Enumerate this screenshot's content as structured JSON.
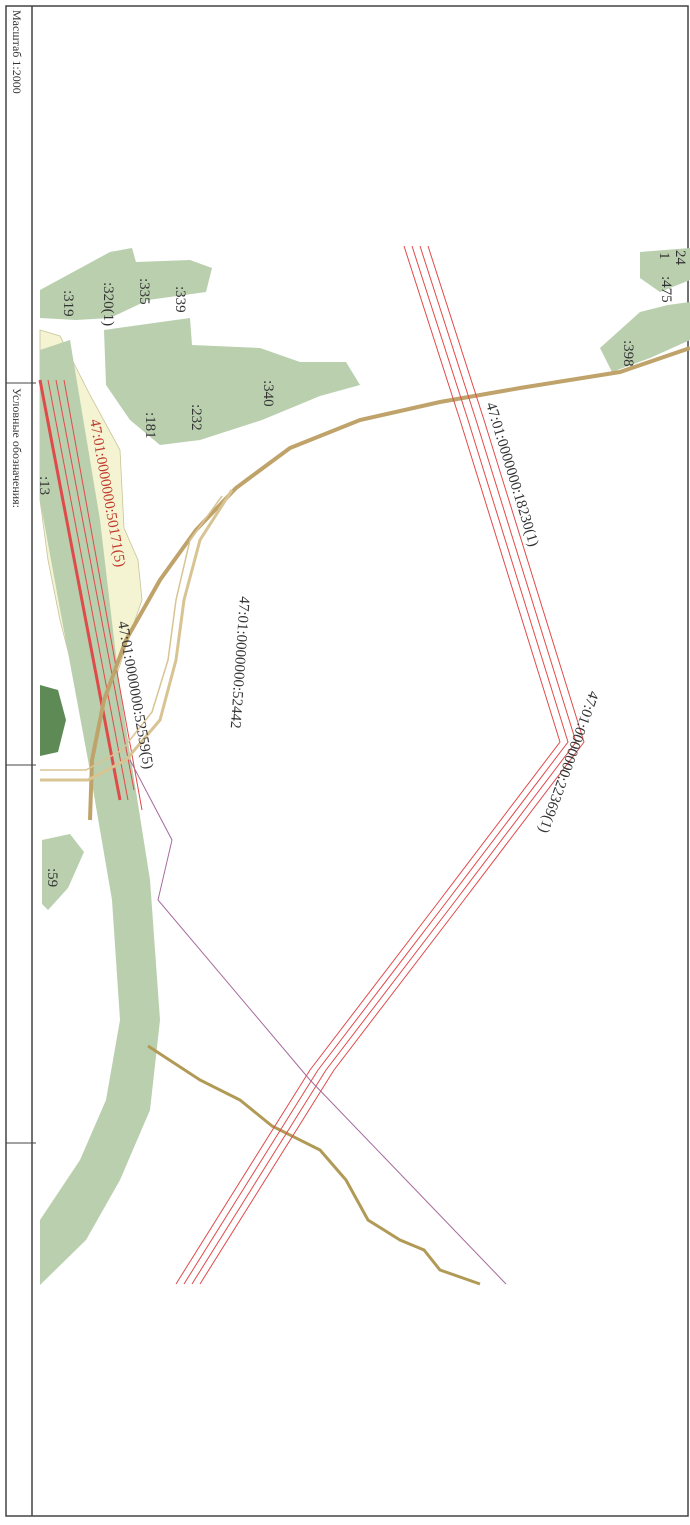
{
  "frame": {
    "scale_label": "Масштаб 1:2000",
    "legend_label": "Условные обозначения:"
  },
  "colors": {
    "background": "#ffffff",
    "green_zone": "#b9cfae",
    "green_dark": "#5d8a55",
    "yellow_zone": "#f4f3d2",
    "road": "#bfa36a",
    "red_line": "#e04a4a",
    "purple_line": "#a66b9c",
    "label_text": "#333333"
  },
  "parcels": {
    "p24": "24",
    "p1": "1",
    "p475": ":475",
    "p398": ":398",
    "p339": ":339",
    "p335": ":335",
    "p320_1": ":320(1)",
    "p319": ":319",
    "p340": ":340",
    "p232": ":232",
    "p181": ":181",
    "p13": ":13",
    "p59": ":59"
  },
  "cadastral": {
    "n18230": "47:01:0000000:18230(1)",
    "n22369": "47:01:0000000:22369(1)",
    "n52442": "47:01:0000000:52442",
    "n52559": "47:01:0000000:52559(5)",
    "n50171": "47:01:0000000:50171(5)"
  }
}
